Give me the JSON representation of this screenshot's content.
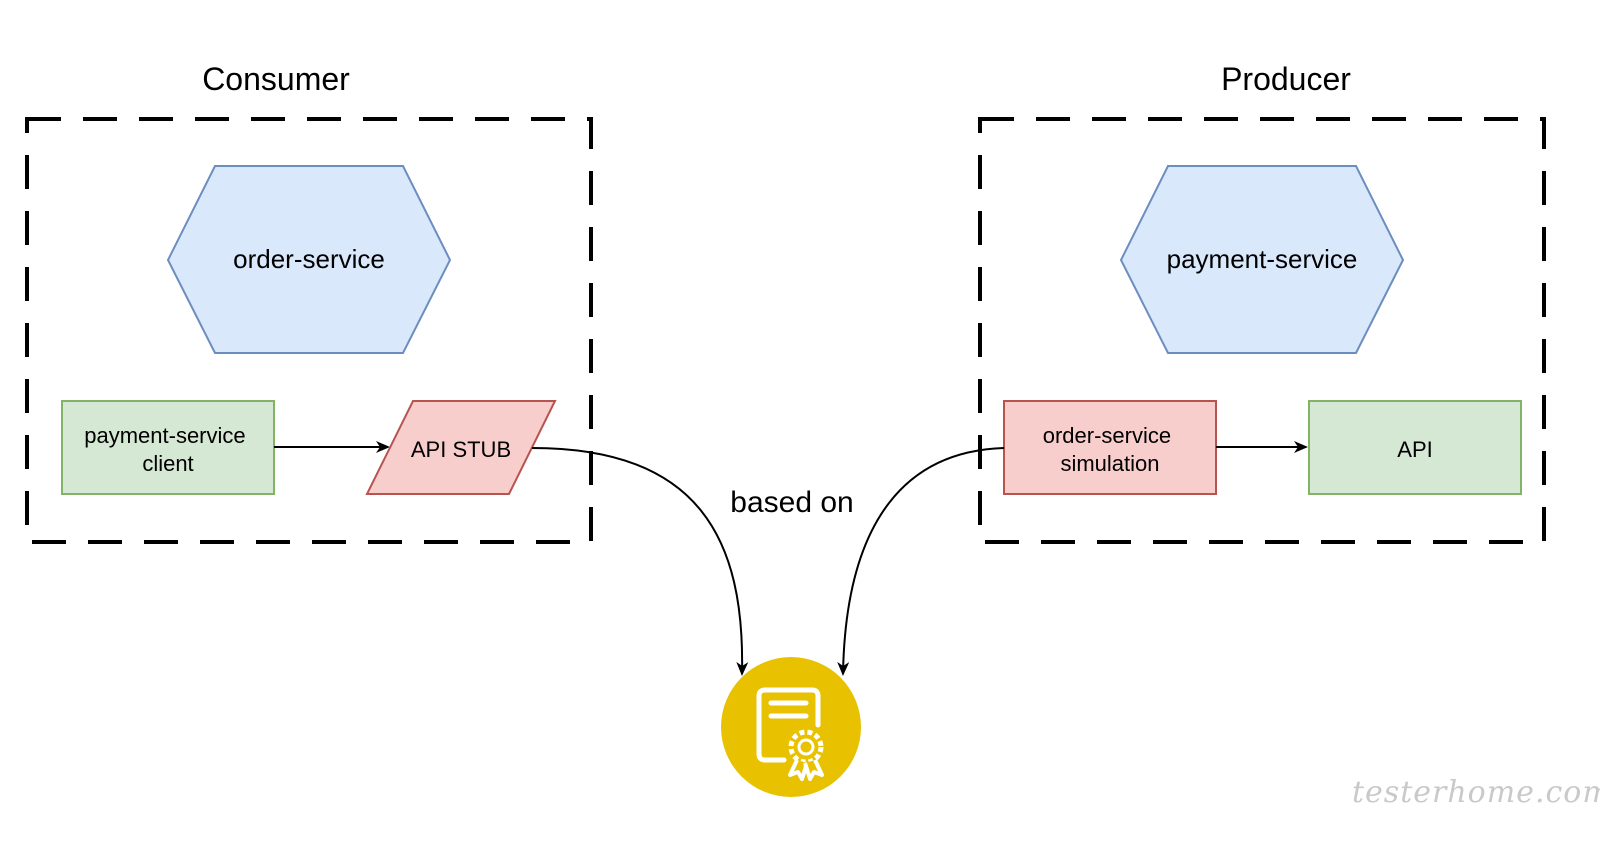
{
  "consumer": {
    "title": "Consumer",
    "service": "order-service",
    "client": [
      "payment-service",
      "client"
    ],
    "stub": "API STUB"
  },
  "producer": {
    "title": "Producer",
    "service": "payment-service",
    "simulation": [
      "order-service",
      "simulation"
    ],
    "api": "API"
  },
  "relation": "based on",
  "watermark": "testerhome.com",
  "colors": {
    "service_fill": "#dae8fc",
    "service_stroke": "#6c8ebf",
    "green_fill": "#d5e8d4",
    "green_stroke": "#82b366",
    "red_fill": "#f8cecc",
    "red_stroke": "#b85450",
    "contract_fill": "#e8c200"
  },
  "icons": {
    "contract": "contract-certificate-icon"
  }
}
